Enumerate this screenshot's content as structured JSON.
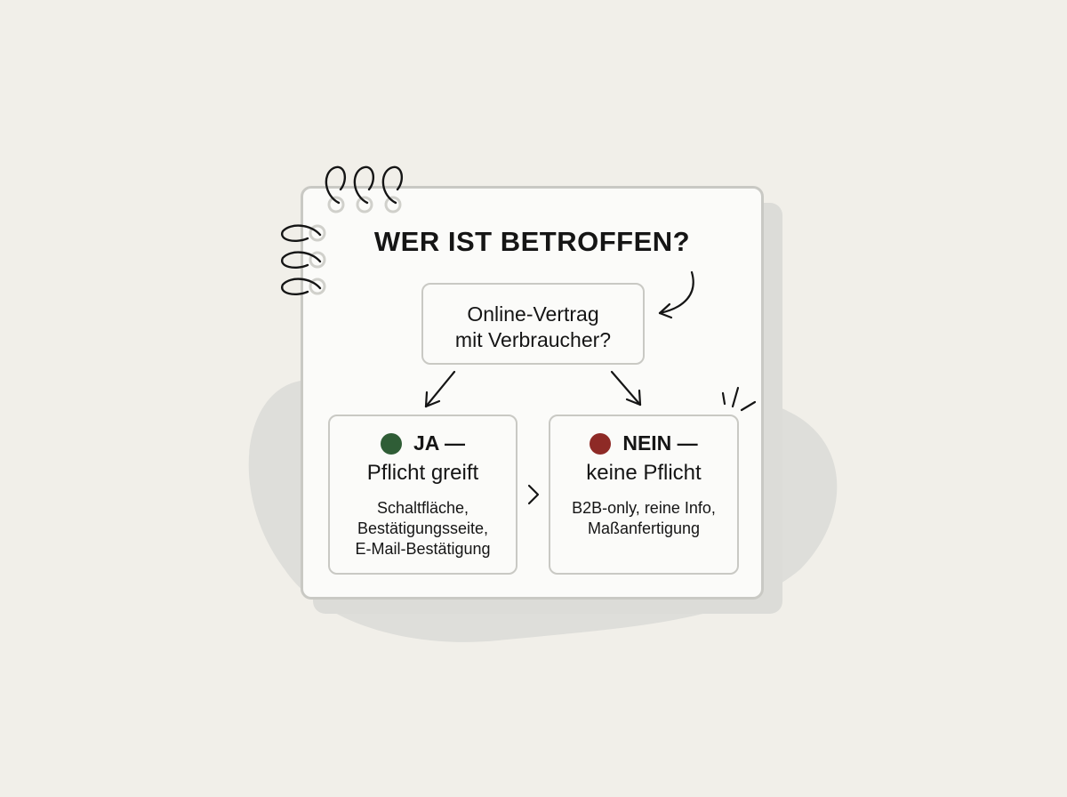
{
  "title": "WER IST BETROFFEN?",
  "question": {
    "line1": "Online-Vertrag",
    "line2": "mit Verbraucher?"
  },
  "yes": {
    "head": "JA —",
    "subtitle": "Pflicht greift",
    "details": [
      "Schaltfläche,",
      "Bestätigungsseite,",
      "E-Mail-Bestätigung"
    ],
    "color": "#2f5d36"
  },
  "no": {
    "head": "NEIN —",
    "subtitle": "keine Pflicht",
    "details": [
      "B2B-only, reine Info,",
      "Maßanfertigung"
    ],
    "color": "#8e2a26"
  }
}
